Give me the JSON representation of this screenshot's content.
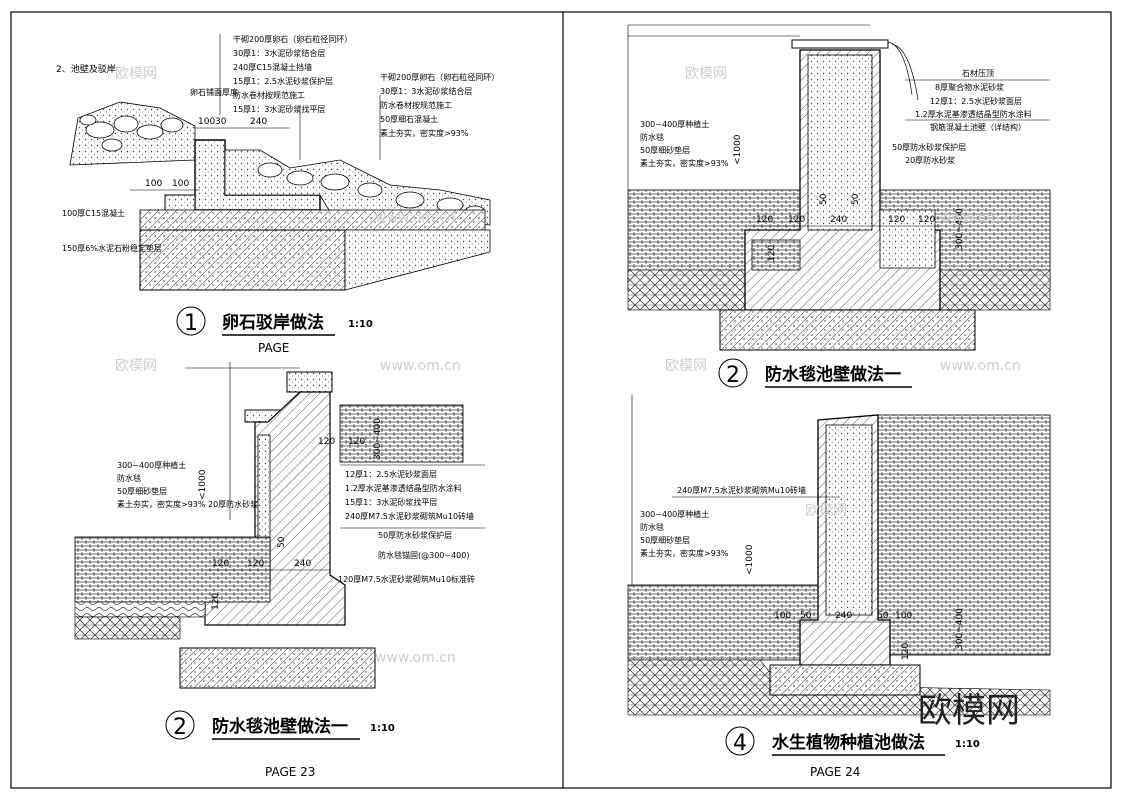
{
  "sheets": {
    "left_page": "PAGE 23",
    "right_page": "PAGE 24"
  },
  "detail1": {
    "heading": "2、池壁及驳岸",
    "number": "1",
    "title": "卵石驳岸做法",
    "scale": "1:10",
    "page": "PAGE",
    "labels_top": [
      "干砌200厚卵石（卵石粒径同环）",
      "30厚1：3水泥砂浆结合层",
      "240厚C15混凝土挡墙",
      "15厚1：2.5水泥砂浆保护层",
      "防水卷材按规范施工",
      "15厚1：3水泥砂浆找平层"
    ],
    "labels_right": [
      "干砌200厚卵石（卵石粒径同环）",
      "30厚1：3水泥砂浆结合层",
      "防水卷材按规范施工",
      "50厚细石混凝土",
      "素土夯实，密实度>93%"
    ],
    "label_pebble": "卵石铺面厚度",
    "label_base1": "100厚C15混凝土",
    "label_base2": "150厚6%水泥石粉稳定垫层",
    "dims": [
      "100",
      "30",
      "240",
      "100",
      "100"
    ]
  },
  "detail2_left": {
    "number": "2",
    "title": "防水毯池壁做法一",
    "scale": "1:10",
    "labels_left": [
      "300~400厚种植土",
      "防水毯",
      "50厚细砂垫层",
      "素土夯实，密实度>93%"
    ],
    "label_mid": "20厚防水砂浆",
    "labels_right": [
      "12厚1：2.5水泥砂浆面层",
      "1.2厚水泥基渗透结晶型防水涂料",
      "15厚1：3水泥砂浆找平层",
      "240厚M7.5水泥砂浆砌筑Mu10砖墙",
      "50厚防水砂浆保护层",
      "防水毯锚固(@300~400)",
      "120厚M7.5水泥砂浆砌筑Mu10标准砖"
    ],
    "dims": [
      "120",
      "120",
      "300~400",
      "<1000",
      "50",
      "120",
      "120",
      "240",
      "120"
    ]
  },
  "detail2_right": {
    "number": "2",
    "title": "防水毯池壁做法一",
    "labels_left": [
      "300~400厚种植土",
      "防水毯",
      "50厚细砂垫层",
      "素土夯实，密实度>93%"
    ],
    "labels_right": [
      "石材压顶",
      "8厚聚合物水泥砂浆",
      "12厚1：2.5水泥砂浆面层",
      "1.2厚水泥基渗透结晶型防水涂料",
      "钢筋混凝土池壁（详结构）",
      "50厚防水砂浆保护层",
      "20厚防水砂浆"
    ],
    "dims": [
      "<1000",
      "50",
      "50",
      "120",
      "120",
      "240",
      "120",
      "120",
      "300~400",
      "120"
    ]
  },
  "detail4": {
    "number": "4",
    "title": "水生植物种植池做法",
    "scale": "1:10",
    "label_wall": "240厚M7.5水泥砂浆砌筑Mu10砖墙",
    "labels_left": [
      "300~400厚种植土",
      "防水毯",
      "50厚细砂垫层",
      "素土夯实，密实度>93%"
    ],
    "dims": [
      "<1000",
      "100",
      "50",
      "240",
      "50",
      "100",
      "300~400",
      "120"
    ]
  },
  "watermarks": {
    "brand": "欧模网",
    "site": "www.om.cn",
    "corner": "欧模网"
  }
}
